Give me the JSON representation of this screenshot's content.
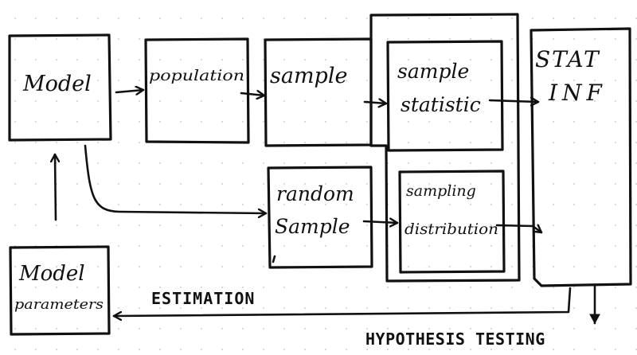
{
  "nodes": {
    "model": "Model",
    "population": "population",
    "sample": "sample",
    "sample_statistic": [
      "sample",
      "statistic"
    ],
    "random_sample": [
      "random",
      "Sample"
    ],
    "sampling_distribution": [
      "sampling",
      "distribution"
    ],
    "stat_inf": [
      "STAT",
      "INF"
    ],
    "model_parameters": [
      "Model",
      "parameters"
    ]
  },
  "labels": {
    "estimation": "ESTIMATION",
    "hypothesis_testing": "HYPOTHESIS TESTING"
  }
}
